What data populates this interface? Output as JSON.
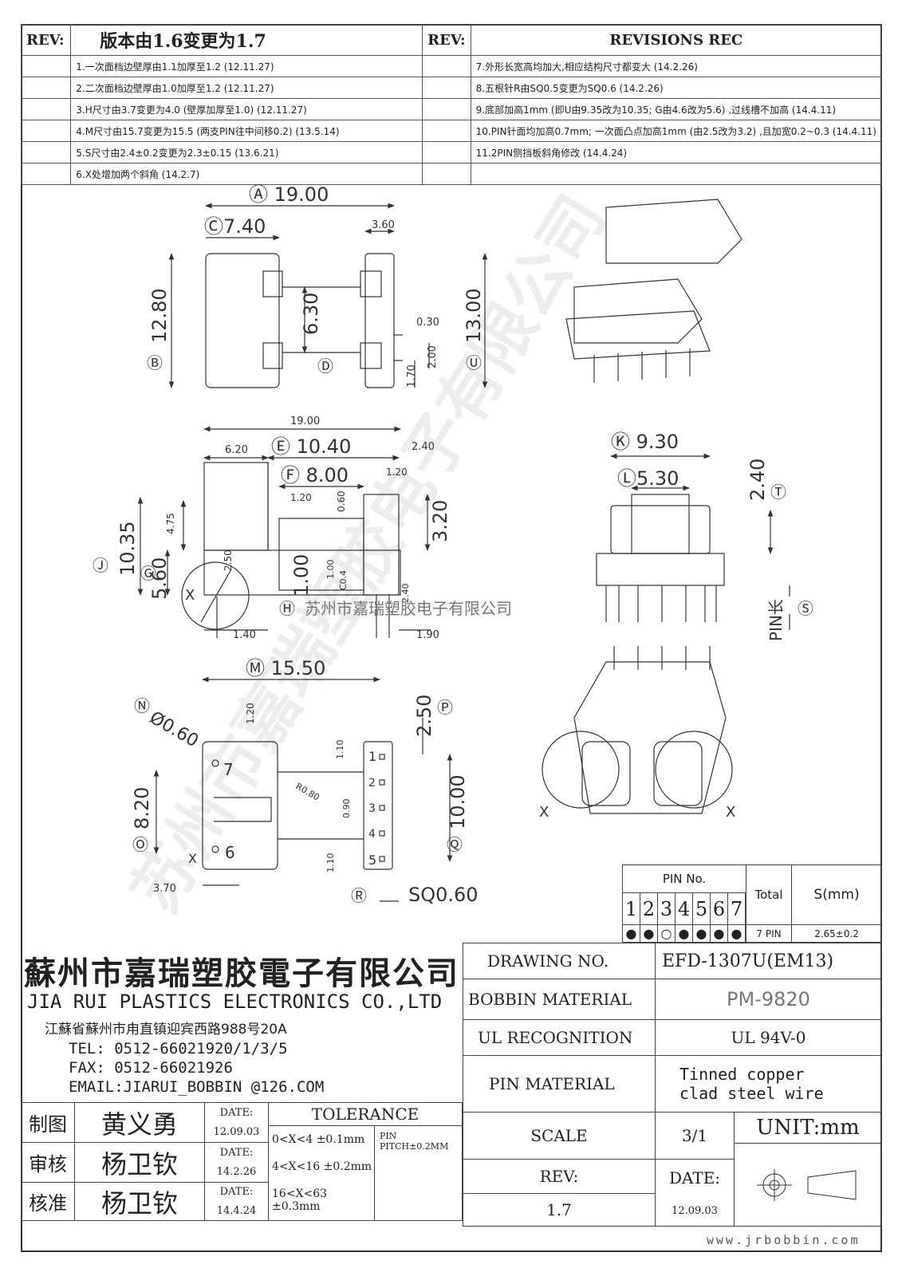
{
  "revisions": {
    "label_left": "REV:",
    "label_right": "REV:",
    "title_left": "版本由1.6变更为1.7",
    "title_right": "REVISIONS     REC",
    "left_items": [
      "1.一次面档边壁厚由1.1加厚至1.2 (12.11.27)",
      "2.二次面档边壁厚由1.0加厚至1.2 (12.11.27)",
      "3.H尺寸由3.7变更为4.0 (壁厚加厚至1.0) (12.11.27)",
      "4.M尺寸由15.7变更为15.5 (两支PIN往中间移0.2) (13.5.14)",
      "5.S尺寸由2.4±0.2变更为2.3±0.15 (13.6.21)",
      "6.X处增加两个斜角 (14.2.7)"
    ],
    "right_items": [
      "7.外形长宽高均加大,相应结构尺寸都变大 (14.2.26)",
      "8.五根针R由SQ0.5变更为SQ0.6 (14.2.26)",
      "9.底部加高1mm (即U由9.35改为10.35; G由4.6改为5.6) ,过线槽不加高 (14.4.11)",
      "10.PIN针面均加高0.7mm; 一次面凸点加高1mm (由2.5改为3.2) ,且加宽0.2~0.3 (14.4.11)",
      "11.2PIN侧挡板斜角修改 (14.4.24)",
      ""
    ]
  },
  "drawing": {
    "top_view": {
      "dim_a": "Ⓐ 19.00",
      "dim_c": "Ⓒ7.40",
      "dim_360": "3.60",
      "dim_b": "12.80",
      "dim_b_tag": "Ⓑ",
      "dim_d": "6.30",
      "dim_d_tag": "Ⓓ",
      "dim_030": "0.30",
      "dim_200": "2.00",
      "dim_170": "1.70",
      "dim_u": "13.00",
      "dim_u_tag": "Ⓤ"
    },
    "side_view": {
      "dim_1900": "19.00",
      "dim_620": "6.20",
      "dim_e": "Ⓔ 10.40",
      "dim_240": "2.40",
      "dim_f": "Ⓕ 8.00",
      "dim_120a": "1.20",
      "dim_120b": "1.20",
      "dim_060": "0.60",
      "dim_320": "3.20",
      "dim_475": "4.75",
      "dim_j": "10.35",
      "dim_j_tag": "Ⓙ",
      "dim_g": "5.60",
      "dim_g_tag": "Ⓖ",
      "dim_250": "2.50",
      "dim_100a": "1.00",
      "dim_100b": "1.00",
      "dim_c04": "C0.4",
      "dim_140": "1.40",
      "dim_190": "1.90",
      "dim_240b": "2.40",
      "dim_h": "Ⓗ",
      "label_x": "X",
      "watermark_line": "苏州市嘉瑞塑胶电子有限公司"
    },
    "front_view": {
      "dim_k": "Ⓚ 9.30",
      "dim_l": "Ⓛ5.30",
      "dim_t": "2.40",
      "dim_t_tag": "Ⓣ",
      "pin_label": "PIN长",
      "dim_s_tag": "Ⓢ"
    },
    "bottom_view": {
      "dim_m": "Ⓜ 15.50",
      "dim_n": "Ⓝ",
      "dim_phi": "Ø0.60",
      "dim_120": "1.20",
      "dim_p": "2.50",
      "dim_p_tag": "Ⓟ",
      "dim_o": "8.20",
      "dim_o_tag": "Ⓞ",
      "dim_110a": "1.10",
      "dim_110b": "1.10",
      "dim_r080": "R0.80",
      "dim_090": "0.90",
      "dim_q": "10.00",
      "dim_q_tag": "Ⓠ",
      "dim_370": "3.70",
      "dim_r_tag": "Ⓡ",
      "dim_sq": "SQ0.60",
      "pin_7": "7",
      "pin_6": "6",
      "pin_1": "1",
      "pin_2": "2",
      "pin_3": "3",
      "pin_4": "4",
      "pin_5": "5",
      "label_x": "X"
    },
    "iso_bottom": {
      "label_x1": "X",
      "label_x2": "X"
    }
  },
  "pin_table": {
    "header": "PIN No.",
    "pins": [
      "1",
      "2",
      "3",
      "4",
      "5",
      "6",
      "7"
    ],
    "marks": [
      "●",
      "●",
      "○",
      "●",
      "●",
      "●",
      "●"
    ],
    "total_label": "Total",
    "total_value": "7 PIN",
    "s_label": "S(mm)",
    "s_value": "2.65±0.2"
  },
  "company": {
    "name_cn": "蘇州市嘉瑞塑胶電子有限公司",
    "name_en": "JIA RUI PLASTICS ELECTRONICS CO.,LTD",
    "address": "江蘇省蘇州市甪直镇迎宾西路988号20A",
    "tel": "TEL:  0512-66021920/1/3/5",
    "fax": "FAX:  0512-66021926",
    "email": "EMAIL:JIARUI_BOBBIN @126.COM"
  },
  "info": {
    "drawing_no_label": "DRAWING   NO.",
    "drawing_no_value": "EFD-1307U(EM13)",
    "bobbin_label": "BOBBIN  MATERIAL",
    "bobbin_value": "PM-9820",
    "ul_label": "UL RECOGNITION",
    "ul_value": "UL 94V-0",
    "pin_label": "PIN MATERIAL",
    "pin_value_1": "Tinned copper",
    "pin_value_2": "clad steel wire",
    "scale_label": "SCALE",
    "scale_value": "3/1",
    "unit": "UNIT:mm",
    "rev_label": "REV:",
    "rev_value": "1.7",
    "date_label": "DATE:",
    "date_value": "12.09.03"
  },
  "signoff": {
    "rows": [
      {
        "role": "制图",
        "name": "黄义勇",
        "date_label": "DATE:",
        "date": "12.09.03"
      },
      {
        "role": "审核",
        "name": "杨卫钦",
        "date_label": "DATE:",
        "date": "14.2.26"
      },
      {
        "role": "核准",
        "name": "杨卫钦",
        "date_label": "DATE:",
        "date": "14.4.24"
      }
    ],
    "tolerance_title": "TOLERANCE",
    "tolerances": [
      "0<X<4  ±0.1mm",
      "4<X<16 ±0.2mm",
      "16<X<63 ±0.3mm"
    ],
    "pin_pitch": "PIN\nPITCH±0.2MM"
  },
  "footer_url": "www.jrbobbin.com",
  "watermark": "苏州市嘉瑞塑胶电子有限公司"
}
